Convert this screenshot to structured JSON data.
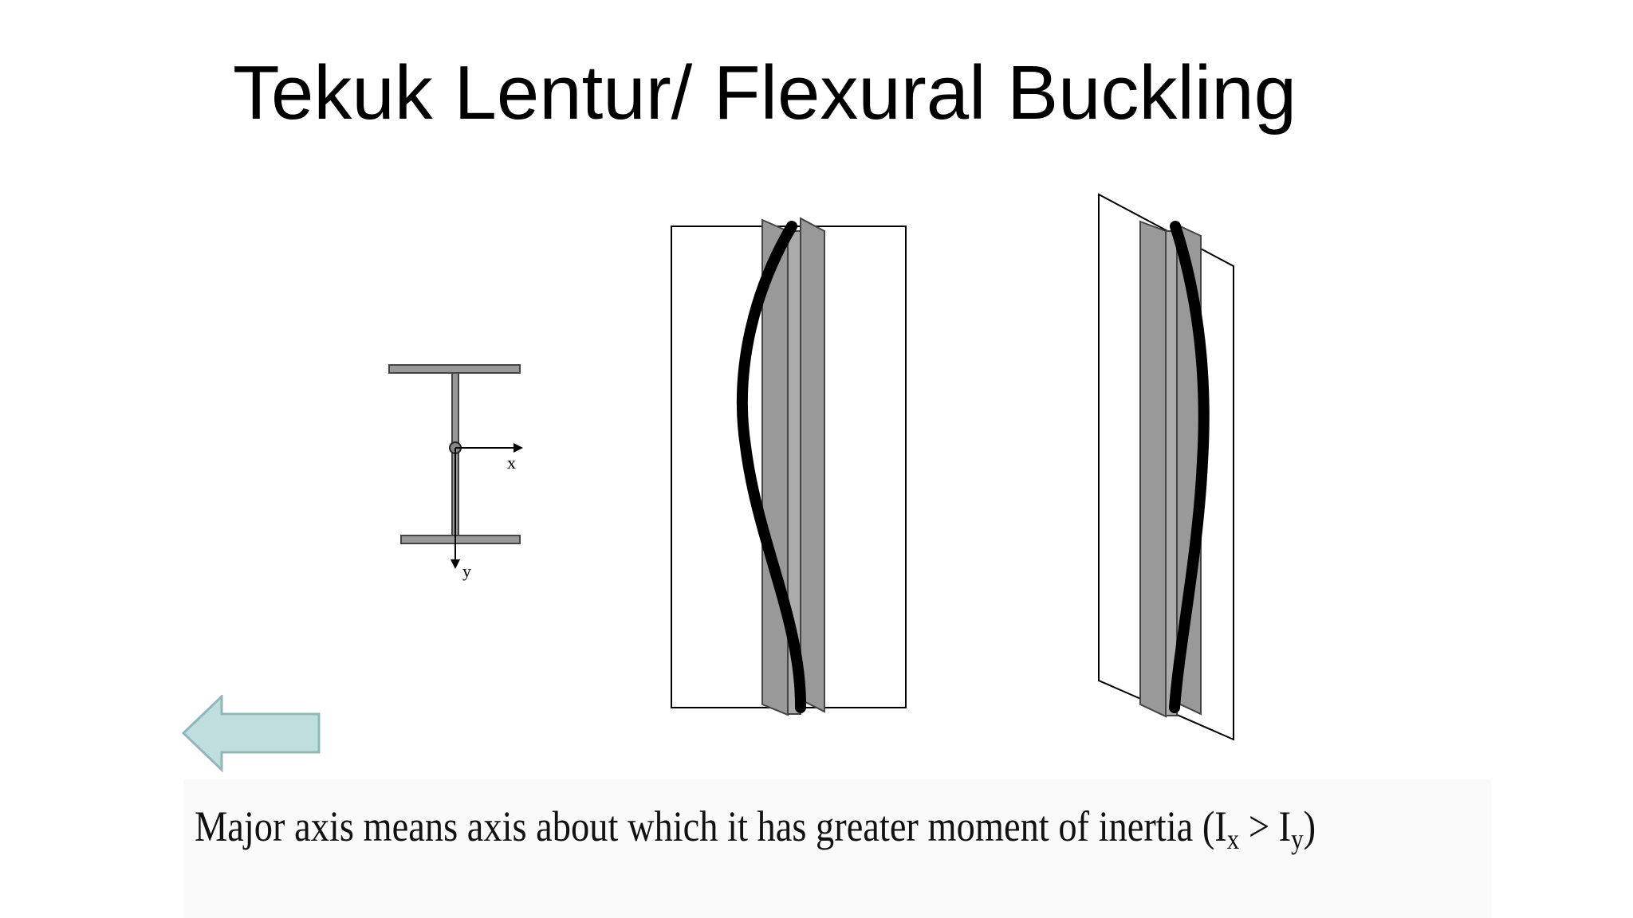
{
  "slide": {
    "title": "Tekuk Lentur/ Flexural Buckling"
  },
  "diagram": {
    "cross_section": {
      "x_axis_label": "x",
      "y_axis_label": "y"
    }
  },
  "caption": {
    "text": "Major axis means axis about which it has greater moment of inertia (I",
    "sub_x": "x",
    "mid": " > I",
    "sub_y": "y",
    "end": ")"
  },
  "colors": {
    "steel_fill": "#999999",
    "arrow_fill": "#c0dede",
    "arrow_stroke": "#8fb8b8"
  },
  "icons": {
    "nav": "left-arrow-icon"
  }
}
